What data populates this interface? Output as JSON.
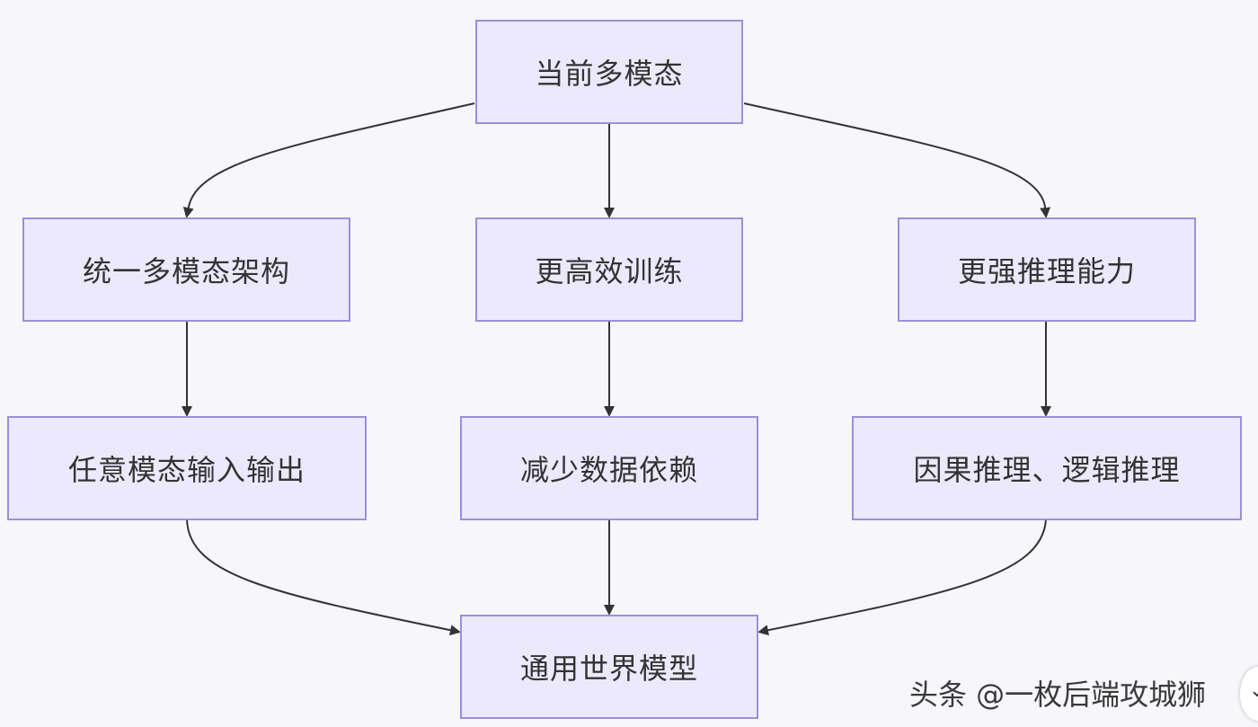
{
  "nodes": {
    "root": "当前多模态",
    "branch_left": "统一多模态架构",
    "branch_mid": "更高效训练",
    "branch_right": "更强推理能力",
    "leaf_left": "任意模态输入输出",
    "leaf_mid": "减少数据依赖",
    "leaf_right": "因果推理、逻辑推理",
    "goal": "通用世界模型"
  },
  "watermark": "头条 @一枚后端攻城狮",
  "colors": {
    "node_fill": "#ece9fd",
    "node_border": "#9c8fd9",
    "edge": "#333333",
    "background": "#f6f6fb"
  }
}
